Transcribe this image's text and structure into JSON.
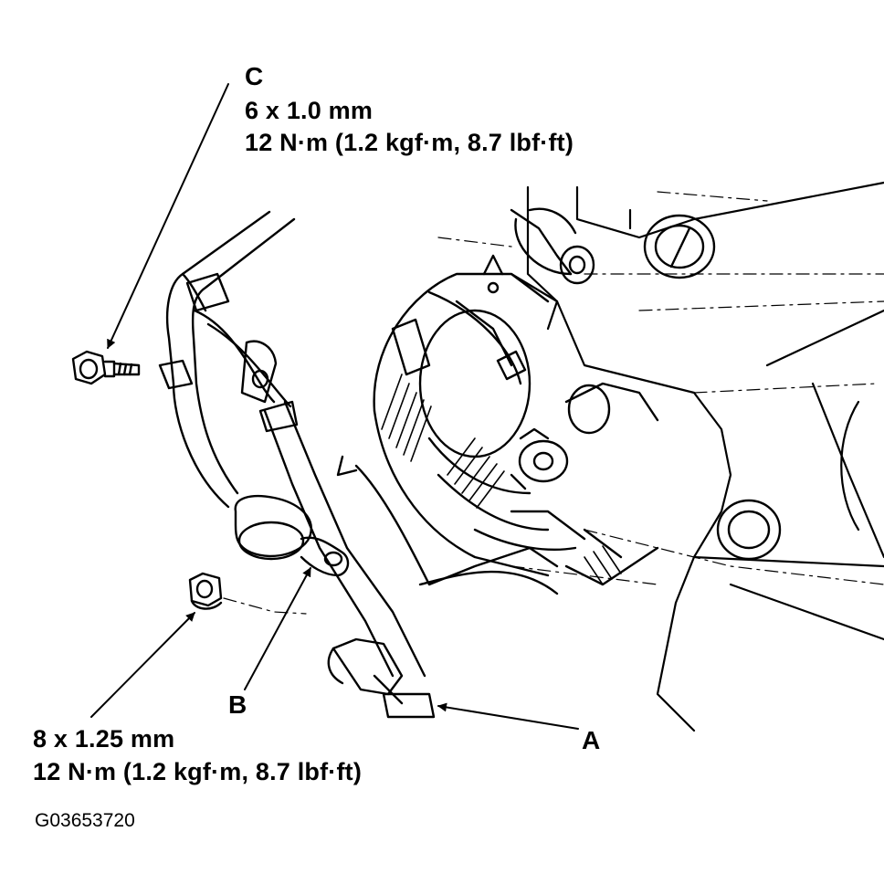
{
  "callouts": {
    "c": {
      "letter": "C",
      "size": "6 x 1.0 mm",
      "torque": "12 N·m (1.2 kgf·m, 8.7 lbf·ft)"
    },
    "nut": {
      "size": "8 x 1.25 mm",
      "torque": "12 N·m (1.2 kgf·m, 8.7 lbf·ft)"
    },
    "a": {
      "letter": "A"
    },
    "b": {
      "letter": "B"
    }
  },
  "figure_id": "G03653720",
  "colors": {
    "ink": "#000000",
    "paper": "#ffffff"
  }
}
